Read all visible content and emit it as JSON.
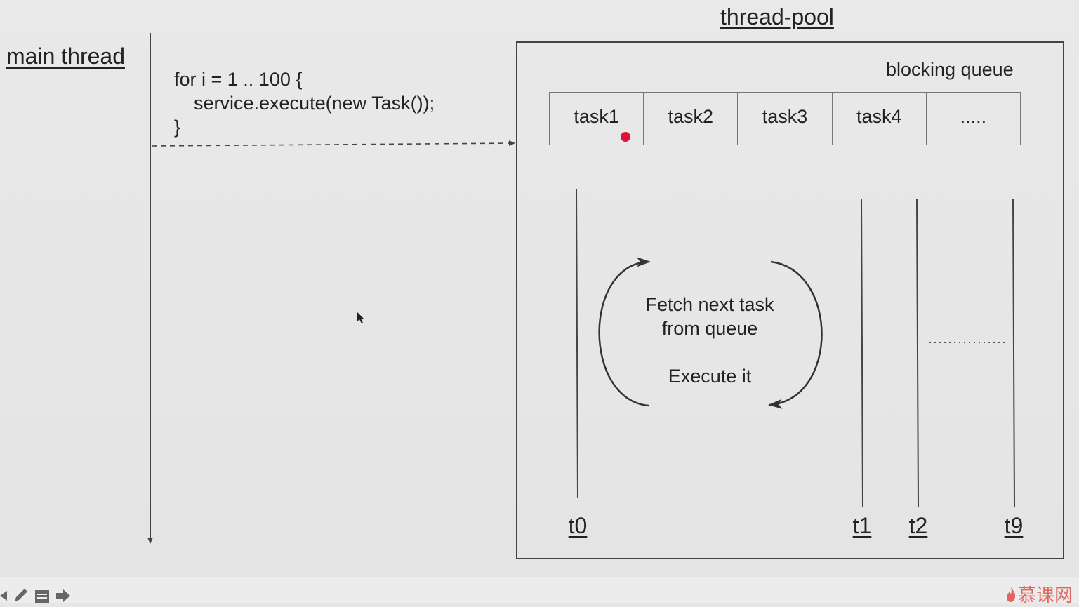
{
  "main_thread": {
    "label": "main thread",
    "code_lines": [
      "for i = 1 .. 100 {",
      "service.execute(new Task());",
      "}"
    ]
  },
  "thread_pool": {
    "title": "thread-pool",
    "queue_label": "blocking queue",
    "queue_items": [
      "task1",
      "task2",
      "task3",
      "task4",
      "....."
    ],
    "loop_text": [
      "Fetch next task",
      "from queue",
      "Execute it"
    ],
    "threads": [
      "t0",
      "t1",
      "t2",
      "t9"
    ]
  },
  "colors": {
    "marker": "#e0103a",
    "line": "#444444",
    "watermark": "#e0675f"
  },
  "icons": [
    "cursor-icon",
    "prev-arrow-icon",
    "pen-icon",
    "notes-icon",
    "next-arrow-icon",
    "flame-logo-icon"
  ],
  "watermark": {
    "text": "慕课网"
  }
}
